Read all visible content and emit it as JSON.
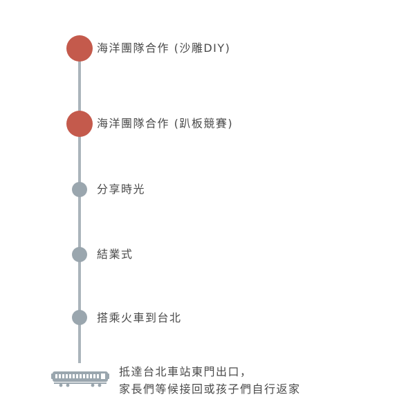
{
  "colors": {
    "major_node": "#c45a4c",
    "minor_node": "#9aa6ae",
    "line": "#aab4bb",
    "train": "#9aa6ae",
    "text": "#4a4a4a"
  },
  "timeline": {
    "items": [
      {
        "label": "海洋團隊合作 (沙雕DIY)",
        "kind": "major"
      },
      {
        "label": "海洋團隊合作 (趴板競賽)",
        "kind": "major"
      },
      {
        "label": "分享時光",
        "kind": "minor"
      },
      {
        "label": "結業式",
        "kind": "minor"
      },
      {
        "label": "搭乘火車到台北",
        "kind": "minor"
      }
    ],
    "final": {
      "icon": "train-icon",
      "line1": "抵達台北車站東門出口，",
      "line2": "家長們等候接回或孩子們自行返家"
    }
  }
}
